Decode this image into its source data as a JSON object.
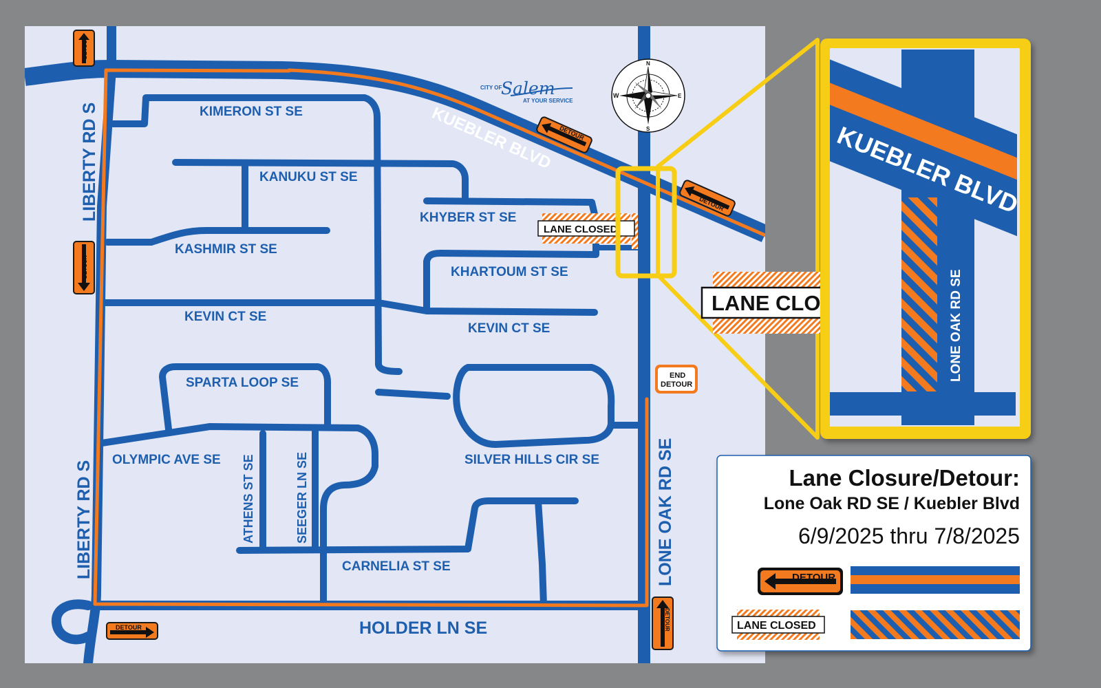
{
  "map": {
    "streets": {
      "kuebler": "KUEBLER BLVD",
      "liberty_upper": "LIBERTY RD S",
      "liberty_lower": "LIBERTY RD S",
      "lone_oak_main": "LONE OAK RD SE",
      "lone_oak_inset": "LONE OAK RD SE",
      "holder": "HOLDER LN SE",
      "kimeron": "KIMERON ST SE",
      "kanuku": "KANUKU ST SE",
      "khyber": "KHYBER ST SE",
      "kashmir": "KASHMIR ST SE",
      "khartoum": "KHARTOUM ST SE",
      "kevin_ct_west": "KEVIN CT SE",
      "kevin_ct_east": "KEVIN CT SE",
      "sparta": "SPARTA LOOP SE",
      "olympic": "OLYMPIC AVE SE",
      "athens": "ATHENS ST SE",
      "seeger": "SEEGER LN SE",
      "silver_hills": "SILVER HILLS CIR SE",
      "carnelia": "CARNELIA ST SE",
      "kuebler_inset": "KUEBLER BLVD"
    },
    "signs": {
      "detour": "DETOUR",
      "lane_closed_small": "LANE CLOSED",
      "lane_closed_large": "LANE CLOSED",
      "end_line1": "END",
      "end_line2": "DETOUR"
    },
    "compass": {
      "n": "N",
      "s": "S",
      "e": "E",
      "w": "W"
    },
    "logo": {
      "city_of": "CITY OF",
      "name": "Salem",
      "tagline": "AT YOUR SERVICE"
    },
    "colors": {
      "road": "#1d5fae",
      "detour": "#f47a20",
      "highlight": "#f7ce15",
      "map_bg": "#e3e6f4",
      "frame": "#868789"
    }
  },
  "legend": {
    "title": "Lane Closure/Detour:",
    "subtitle": "Lone Oak RD SE / Kuebler Blvd",
    "dates": "6/9/2025 thru 7/8/2025",
    "detour_sign": "DETOUR",
    "lane_closed_sign": "LANE CLOSED"
  }
}
